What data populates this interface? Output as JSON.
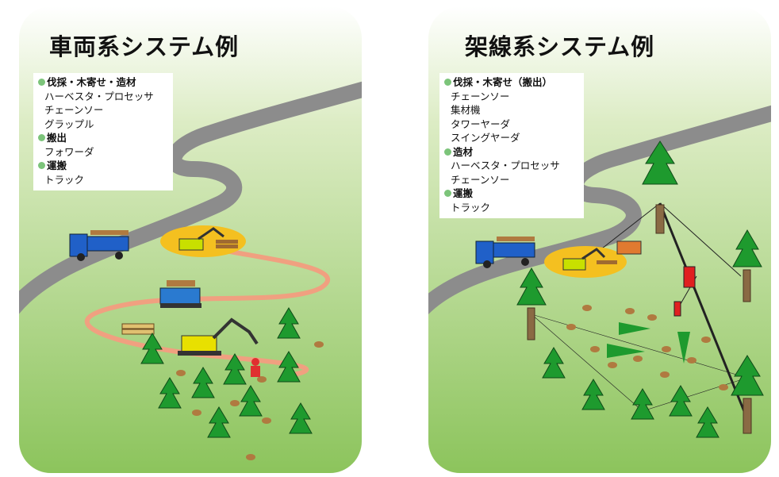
{
  "left": {
    "title": "車両系システム例",
    "sections": [
      {
        "heading": "伐採・木寄せ・造材",
        "items": [
          "ハーベスタ・プロセッサ",
          "チェーンソー",
          "グラップル"
        ]
      },
      {
        "heading": "搬出",
        "items": [
          "フォワーダ"
        ]
      },
      {
        "heading": "運搬",
        "items": [
          "トラック"
        ]
      }
    ]
  },
  "right": {
    "title": "架線系システム例",
    "sections": [
      {
        "heading": "伐採・木寄せ（搬出）",
        "items": [
          "チェーンソー",
          "集材機",
          "タワーヤーダ",
          "スイングヤーダ"
        ]
      },
      {
        "heading": "造材",
        "items": [
          "ハーベスタ・プロセッサ",
          "チェーンソー"
        ]
      },
      {
        "heading": "運搬",
        "items": [
          "トラック"
        ]
      }
    ]
  },
  "colors": {
    "panel_top": "#ffffff",
    "panel_bottom": "#8cc45c",
    "road": "#8c8c8c",
    "tree": "#1e9a2e",
    "trunk": "#8a6a44",
    "truck": "#2060c8",
    "work_area": "#f4c020",
    "excavator": "#e8e000",
    "trail": "#f0a080",
    "cable": "#222222"
  }
}
